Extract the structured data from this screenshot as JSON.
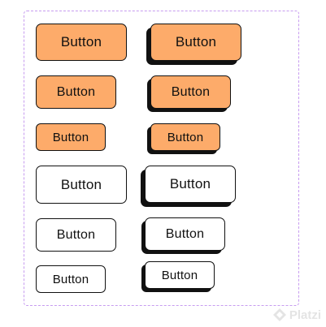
{
  "buttons": {
    "orange_plain": [
      "Button",
      "Button",
      "Button"
    ],
    "orange_shadow": [
      "Button",
      "Button",
      "Button"
    ],
    "white_plain": [
      "Button",
      "Button",
      "Button"
    ],
    "white_shadow": [
      "Button",
      "Button",
      "Button"
    ]
  },
  "colors": {
    "accent": "#fdab6a",
    "border": "#111111",
    "frame": "#c79cf0",
    "watermark": "#e4e4e4"
  },
  "watermark": {
    "text": "Platzi",
    "icon": "platzi-logo-icon"
  }
}
